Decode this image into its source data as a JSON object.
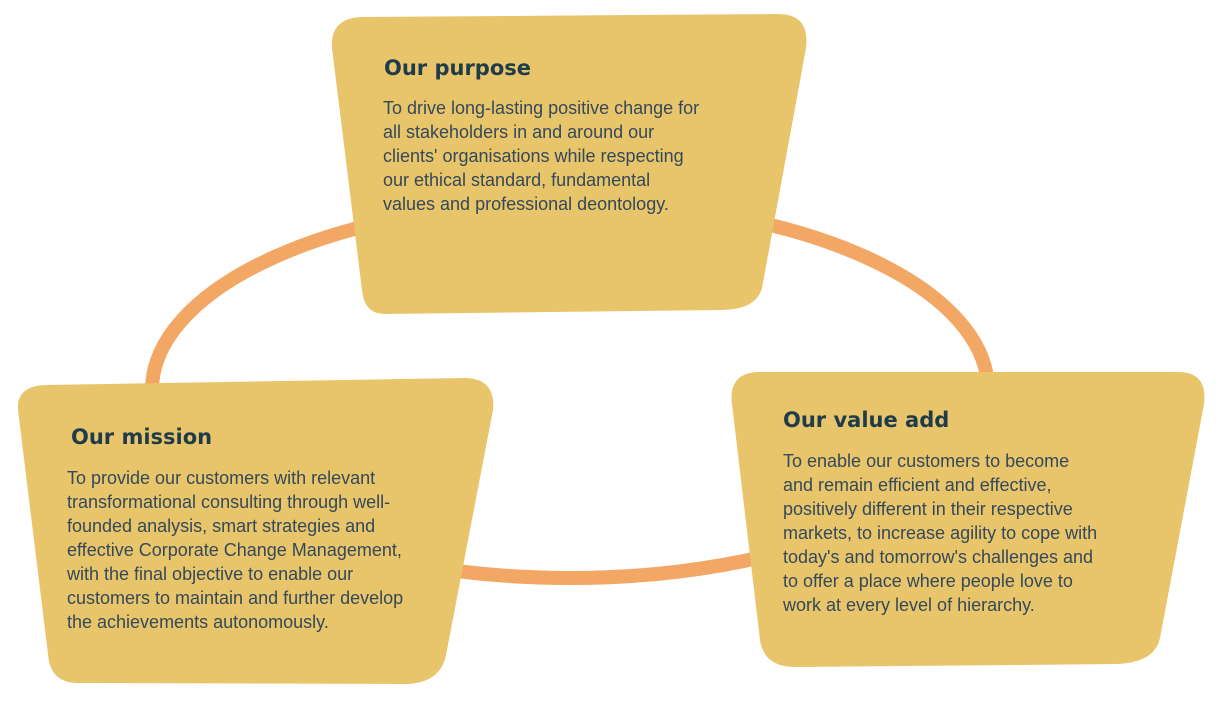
{
  "colors": {
    "card_fill": "#E8C46A",
    "ring_stroke": "#F2A765",
    "title_text": "#1F3C4A",
    "body_text": "#34495A",
    "background": "#FFFFFF"
  },
  "cards": {
    "purpose": {
      "title": "Our purpose",
      "lines": [
        "To drive long-lasting positive change for",
        "all stakeholders in and around our",
        "clients' organisations while respecting",
        "our ethical standard, fundamental",
        "values and professional deontology."
      ]
    },
    "mission": {
      "title": "Our mission",
      "lines": [
        "To provide our customers with relevant",
        "transformational consulting through well-",
        "founded analysis, smart strategies and",
        "effective Corporate Change Management,",
        "with the final objective to enable our",
        "customers to maintain and further develop",
        "the achievements autonomously."
      ]
    },
    "value_add": {
      "title": "Our value add",
      "lines": [
        "To enable our customers to become",
        "and remain efficient and effective,",
        "positively different in their respective",
        "markets, to increase agility to cope with",
        "today's and tomorrow's challenges and",
        "to offer a place where people love to",
        "work at every level of hierarchy."
      ]
    }
  }
}
